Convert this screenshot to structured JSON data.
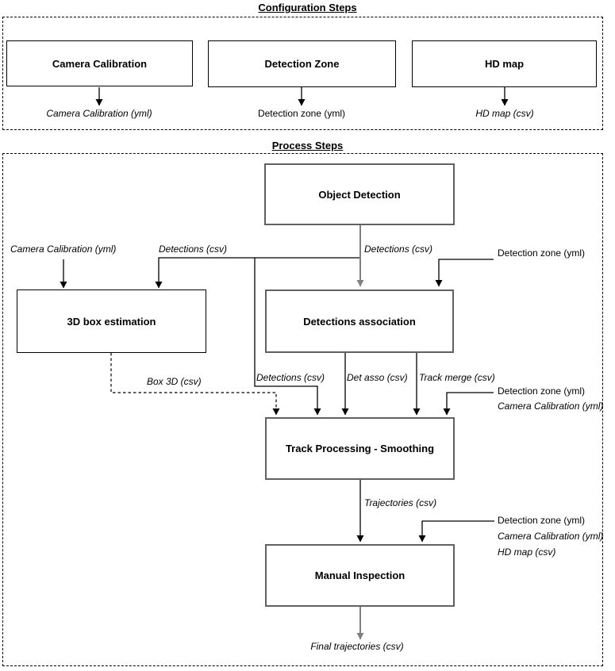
{
  "titles": {
    "configuration": "Configuration Steps",
    "process": "Process Steps"
  },
  "nodes": {
    "camera_calibration": {
      "label": "Camera Calibration"
    },
    "detection_zone": {
      "label": "Detection Zone"
    },
    "hd_map": {
      "label": "HD map"
    },
    "object_detection": {
      "label": "Object Detection"
    },
    "box_3d_estimation": {
      "label": "3D box estimation"
    },
    "detections_association": {
      "label": "Detections association"
    },
    "track_processing": {
      "label": "Track Processing - Smoothing"
    },
    "manual_inspection": {
      "label": "Manual Inspection"
    }
  },
  "artifacts": {
    "camera_calibration_yml": "Camera Calibration (yml)",
    "detection_zone_yml": "Detection zone (yml)",
    "hd_map_csv": "HD map (csv)",
    "detections_csv": "Detections (csv)",
    "box_3d_csv": "Box 3D (csv)",
    "det_asso_csv": "Det asso (csv)",
    "track_merge_csv": "Track merge (csv)",
    "trajectories_csv": "Trajectories (csv)",
    "final_trajectories_csv": "Final trajectories (csv)"
  },
  "colors": {
    "line": "#000000",
    "gray_line": "#808080",
    "box_border_gray": "#616161",
    "background": "#ffffff",
    "text": "#000000"
  }
}
